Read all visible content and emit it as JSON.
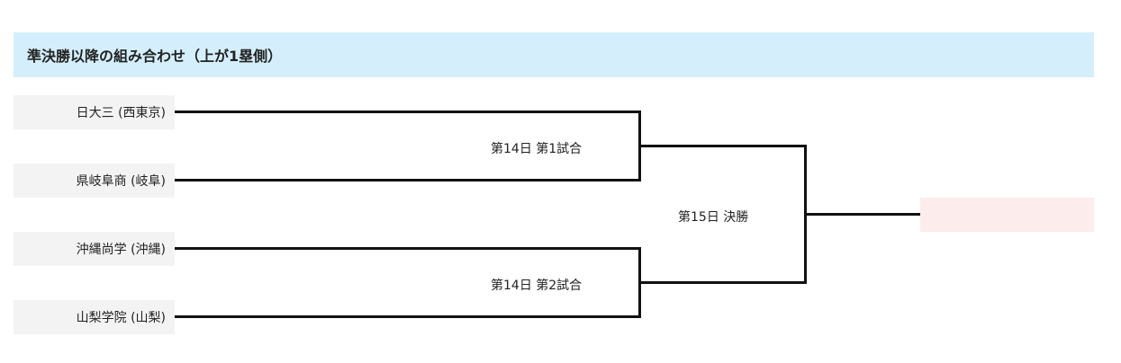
{
  "title": "準決勝以降の組み合わせ（上が1塁側）",
  "teams": [
    "日大三 (西東京)",
    "県岐阜商 (岐阜)",
    "沖縄尚学 (沖縄)",
    "山梨学院 (山梨)"
  ],
  "games": {
    "semifinal_1": "第14日 第1試合",
    "semifinal_2": "第14日 第2試合",
    "final": "第15日 決勝"
  },
  "winner": ""
}
